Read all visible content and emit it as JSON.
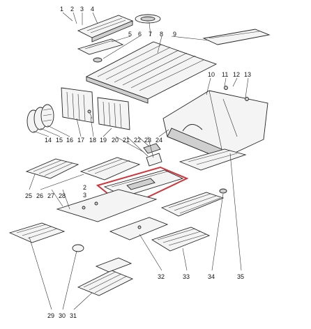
{
  "labels": {
    "l1": "1",
    "l2": "2",
    "l3": "3",
    "l4": "4",
    "l5": "5",
    "l6": "6",
    "l7": "7",
    "l8": "8",
    "l9": "9",
    "l10": "10",
    "l11": "11",
    "l12": "12",
    "l13": "13",
    "l14": "14",
    "l15": "15",
    "l16": "16",
    "l17": "17",
    "l18": "18",
    "l19": "19",
    "l20": "20",
    "l21": "21",
    "l22": "22",
    "l23": "23",
    "l24": "24",
    "l25": "25",
    "l26": "26",
    "l27": "27",
    "l28": "28",
    "l29": "29",
    "l30": "30",
    "l31": "31",
    "l32": "32",
    "l33": "33",
    "l34": "34",
    "l35": "35",
    "l2b": "2",
    "l3b": "3"
  },
  "colors": {
    "line": "#222222",
    "highlight": "#d0343a",
    "background": "#ffffff"
  }
}
